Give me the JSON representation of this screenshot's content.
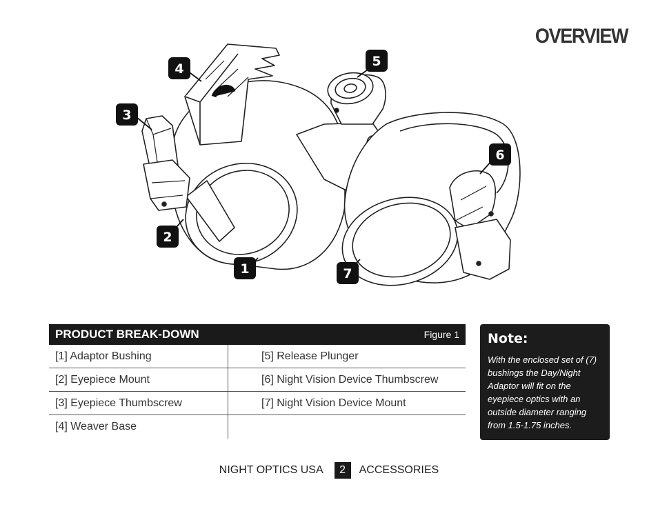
{
  "header": {
    "title": "OVERVIEW"
  },
  "illustration": {
    "callouts": [
      "1",
      "2",
      "3",
      "4",
      "5",
      "6",
      "7"
    ]
  },
  "breakdown": {
    "title": "PRODUCT BREAK-DOWN",
    "figure": "Figure 1",
    "rows": [
      [
        "[1] Adaptor Bushing",
        "[5] Release Plunger"
      ],
      [
        "[2] Eyepiece Mount",
        "[6] Night Vision Device Thumbscrew"
      ],
      [
        "[3] Eyepiece Thumbscrew",
        "[7] Night Vision Device Mount"
      ],
      [
        "[4] Weaver Base",
        ""
      ]
    ]
  },
  "note": {
    "title": "Note:",
    "body": "With the enclosed set of (7) bushings the Day/Night Adaptor will fit on the eyepiece optics with an outside diameter ranging from 1.5-1.75 inches."
  },
  "footer": {
    "brand": "NIGHT OPTICS USA",
    "page": "2",
    "section": "ACCESSORIES"
  },
  "colors": {
    "dark": "#1a1a1a",
    "line": "#333333",
    "paper": "#ffffff"
  }
}
